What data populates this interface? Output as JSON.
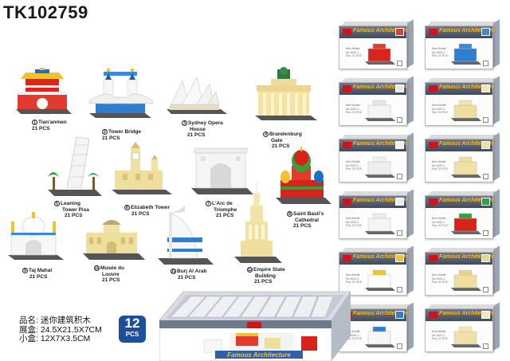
{
  "header": {
    "sku": "TK102759"
  },
  "models": [
    {
      "num": "1",
      "name": [
        "Tian'anmen"
      ],
      "pcs": "21 PCS"
    },
    {
      "num": "2",
      "name": [
        "Tower Bridge"
      ],
      "pcs": "21 PCS"
    },
    {
      "num": "3",
      "name": [
        "Sydney Opera",
        "House"
      ],
      "pcs": "21 PCS"
    },
    {
      "num": "4",
      "name": [
        "Brandenburg",
        "Gate"
      ],
      "pcs": "21 PCS"
    },
    {
      "num": "5",
      "name": [
        "Leaning",
        "Tower Pisa"
      ],
      "pcs": "21 PCS"
    },
    {
      "num": "6",
      "name": [
        "Elizabeth Tower"
      ],
      "pcs": "21 PCS"
    },
    {
      "num": "7",
      "name": [
        "L'Arc de",
        "Triomphe"
      ],
      "pcs": "21 PCS"
    },
    {
      "num": "8",
      "name": [
        "Saint Basil's",
        "Cathedral"
      ],
      "pcs": "21 PCS"
    },
    {
      "num": "9",
      "name": [
        "Taj Mahal"
      ],
      "pcs": "21 PCS"
    },
    {
      "num": "10",
      "name": [
        "Musée du",
        "Louvre"
      ],
      "pcs": "21 PCS"
    },
    {
      "num": "11",
      "name": [
        "Burj Al Arab"
      ],
      "pcs": "21 PCS"
    },
    {
      "num": "12",
      "name": [
        "Empire State",
        "Building"
      ],
      "pcs": "21 PCS"
    }
  ],
  "box": {
    "series_title": "Famous Architecture",
    "spec_lines": [
      "Item Model:",
      "No.1002-1",
      "Pcs: 21 PCS"
    ]
  },
  "specs": [
    {
      "label": "品名:",
      "value": "迷你建筑积木"
    },
    {
      "label": "展盒:",
      "value": "24.5X21.5X7CM"
    },
    {
      "label": "小盒:",
      "value": "12X7X3.5CM"
    }
  ],
  "count_badge": {
    "number": "12",
    "unit": "PCS"
  },
  "colors": {
    "brand_red": "#d0131b",
    "badge_blue": "#1e4f9c",
    "title_gold": "#f5c242"
  }
}
